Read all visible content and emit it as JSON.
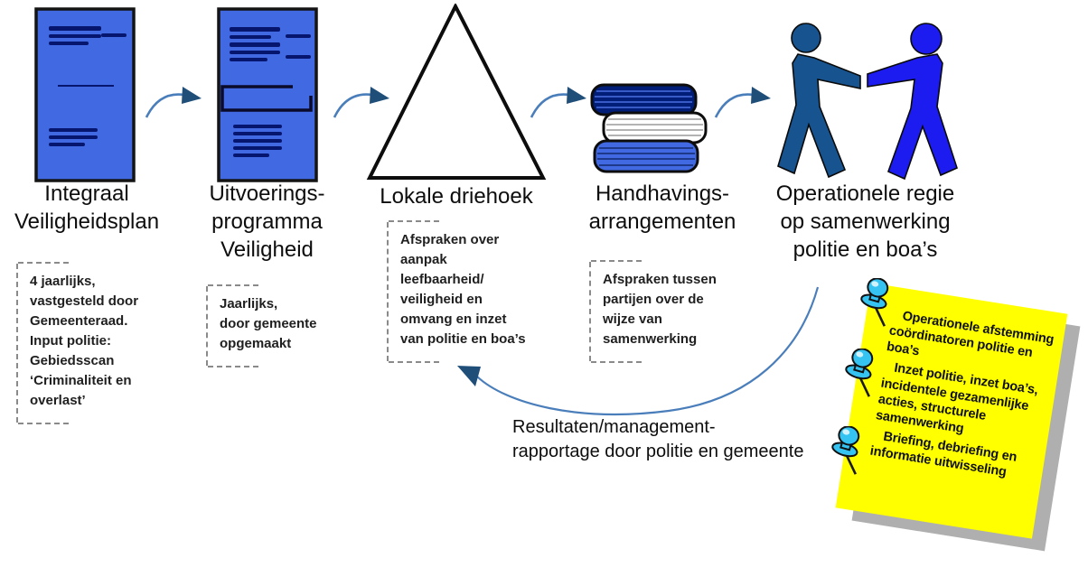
{
  "diagram": {
    "steps": [
      {
        "icon": "document-icon",
        "label": "Integraal\nVeiligheidsplan",
        "note": "4 jaarlijks,\nvastgesteld door\nGemeenteraad.\nInput politie:\nGebiedsscan\n‘Criminaliteit en\noverlast’"
      },
      {
        "icon": "document-icon",
        "label": "Uitvoerings-\nprogramma\nVeiligheid",
        "note": "Jaarlijks,\ndoor gemeente\nopgemaakt"
      },
      {
        "icon": "triangle-icon",
        "label": "Lokale driehoek",
        "note": "Afspraken over\naanpak\nleefbaarheid/\nveiligheid en\nomvang en inzet\nvan politie en boa’s"
      },
      {
        "icon": "books-icon",
        "label": "Handhavings-\narrangementen",
        "note": "Afspraken tussen\npartijen over de\nwijze van\nsamenwerking"
      },
      {
        "icon": "people-handshake-icon",
        "label": "Operationele regie\nop samenwerking\npolitie en boa’s",
        "note": ""
      }
    ],
    "feedback_arrow_label": "Resultaten/management-\nrapportage door politie en gemeente",
    "sticky_note": {
      "items": [
        "Operationele afstemming coördinatoren politie en boa’s",
        "Inzet politie, inzet boa’s, incidentele gezamenlijke acties, structurele samenwerking",
        "Briefing, debriefing en informatie uitwisseling"
      ]
    },
    "colors": {
      "doc_fill": "#4169E1",
      "doc_lines": "#06156E",
      "arrow_stroke": "#4A7EBB",
      "arrow_head": "#1F4E79",
      "person_left": "#17538E",
      "person_right": "#1C1CF0",
      "book_top": "#001E78",
      "book_middle": "#FFFFFF",
      "book_bottom": "#4169E1",
      "sticky_fill": "#FFFF00",
      "sticky_shadow": "#AFAFAF",
      "pushpin": "#35C3F2"
    }
  }
}
